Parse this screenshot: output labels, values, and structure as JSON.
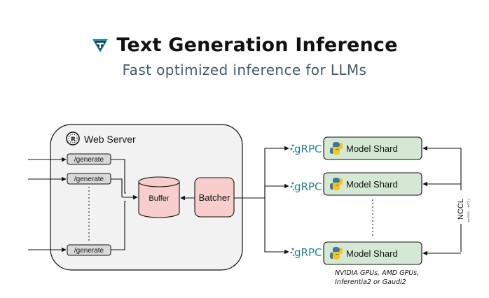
{
  "header": {
    "title": "Text Generation Inference",
    "subtitle": "Fast optimized inference for LLMs"
  },
  "web_server": {
    "label": "Web Server",
    "routes": [
      "/generate",
      "/generate",
      "/generate"
    ]
  },
  "buffer": {
    "label": "Buffer"
  },
  "batcher": {
    "label": "Batcher"
  },
  "grpc_labels": [
    "gRPC",
    "gRPC",
    "gRPC"
  ],
  "shards": [
    "Model Shard",
    "Model Shard",
    "Model Shard"
  ],
  "nccl": {
    "label": "NCCL",
    "sublabel": "(or ROC..., HCCL)"
  },
  "hardware": {
    "line1": "NVIDIA GPUs, AMD GPUs,",
    "line2": "Inferentia2 or Gaudi2"
  },
  "colors": {
    "server_bg": "#f2f2f2",
    "route_bg": "#d9d9d9",
    "buffer_bg": "#f8cecc",
    "batcher_bg": "#f8cecc",
    "shard_bg": "#d5e8d4",
    "grpc": "#2a7f8f",
    "logo": "#1a8fb0"
  },
  "icons": [
    "tgi-logo-icon",
    "rust-icon",
    "python-icon"
  ]
}
